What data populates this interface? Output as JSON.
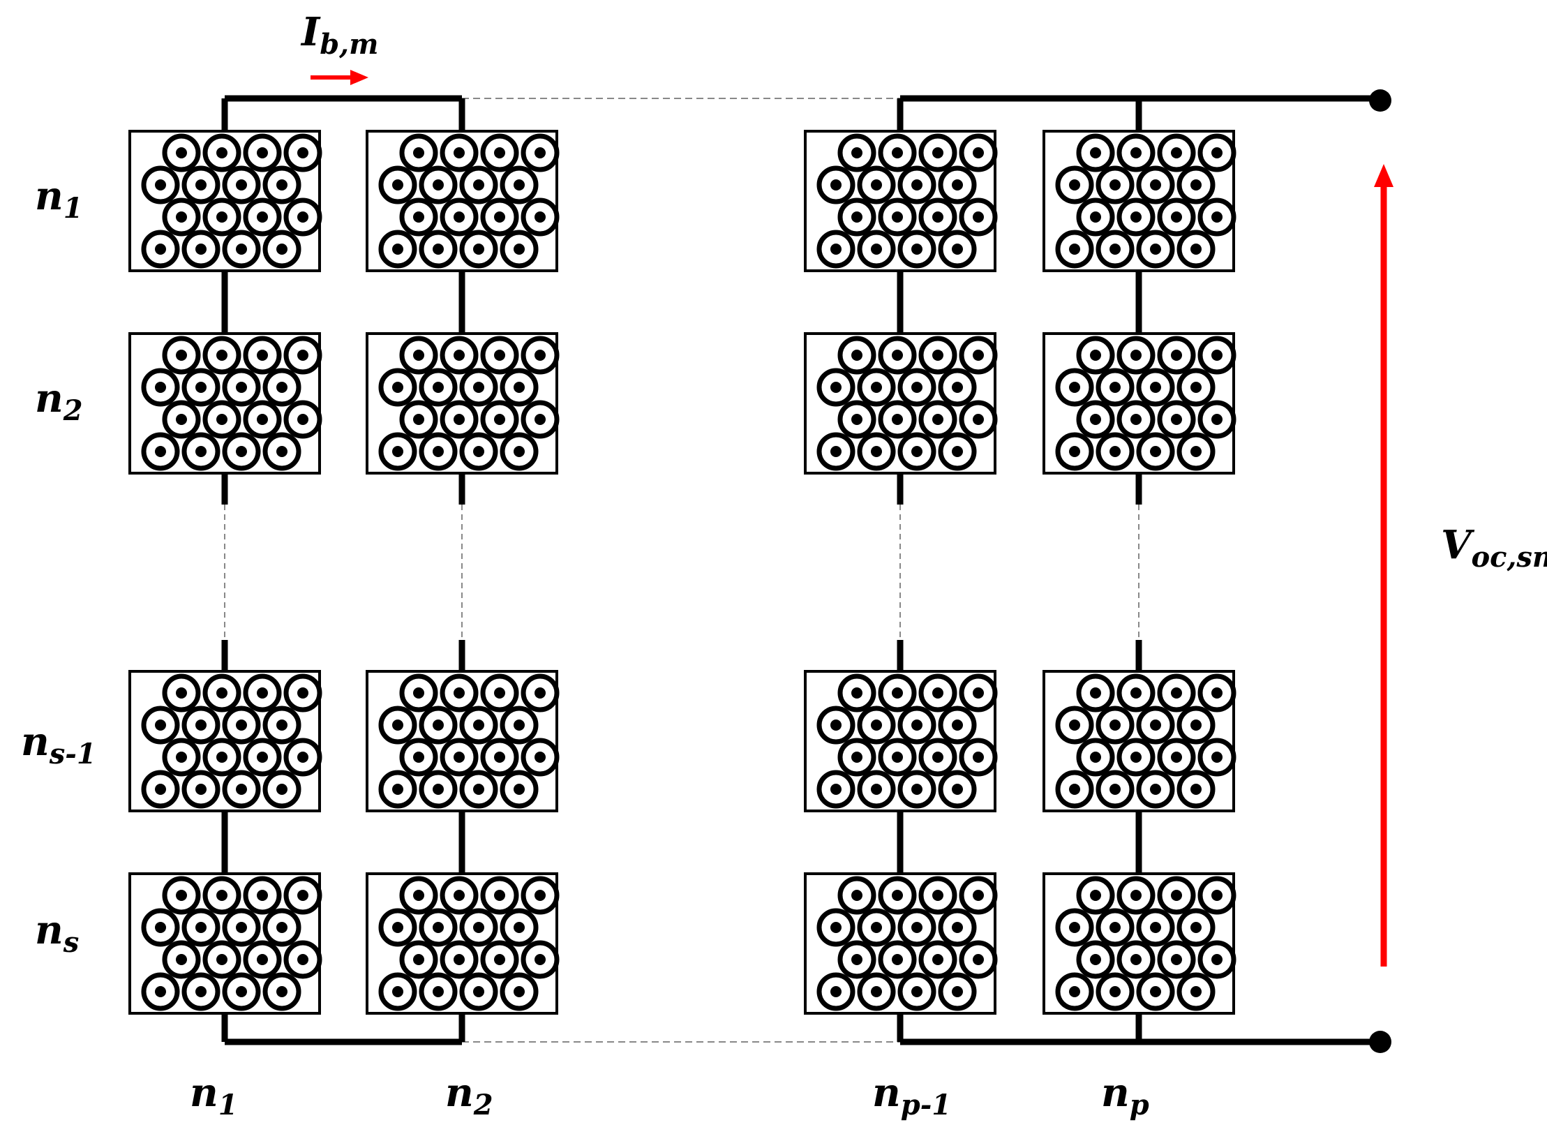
{
  "labels": {
    "current": {
      "main": "I",
      "sub": "b,m"
    },
    "voltage": {
      "main": "V",
      "sub": "oc,sm"
    },
    "rows": [
      {
        "main": "n",
        "sub": "1"
      },
      {
        "main": "n",
        "sub": "2"
      },
      {
        "main": "n",
        "sub": "s-1"
      },
      {
        "main": "n",
        "sub": "s"
      }
    ],
    "columns": [
      {
        "main": "n",
        "sub": "1"
      },
      {
        "main": "n",
        "sub": "2"
      },
      {
        "main": "n",
        "sub": "p-1"
      },
      {
        "main": "n",
        "sub": "p"
      }
    ]
  },
  "colors": {
    "wire": "#000000",
    "accent": "#ff0000",
    "dashed": "#888888",
    "cell": "#000000"
  }
}
